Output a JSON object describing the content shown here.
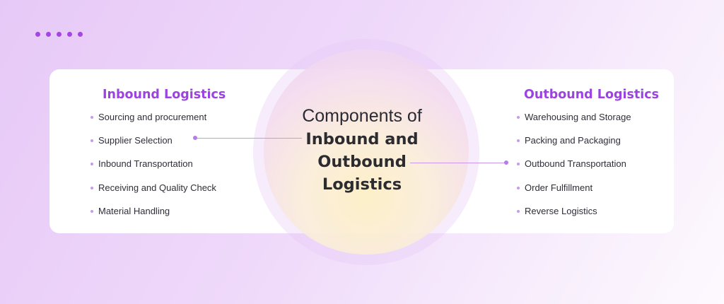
{
  "colors": {
    "accent": "#9b43e0",
    "dot": "#a545e6",
    "bullet": "#c79be9",
    "text": "#2e2e38",
    "card": "#ffffff"
  },
  "decor": {
    "dot_count": 5
  },
  "center": {
    "line1": "Components of",
    "line2": "Inbound and",
    "line3": "Outbound",
    "line4": "Logistics"
  },
  "inbound": {
    "title": "Inbound Logistics",
    "items": [
      "Sourcing and procurement",
      "Supplier Selection",
      "Inbound Transportation",
      "Receiving and Quality Check",
      "Material Handling"
    ]
  },
  "outbound": {
    "title": "Outbound Logistics",
    "items": [
      "Warehousing and Storage",
      "Packing and Packaging",
      "Outbound Transportation",
      "Order Fulfillment",
      "Reverse Logistics"
    ]
  }
}
